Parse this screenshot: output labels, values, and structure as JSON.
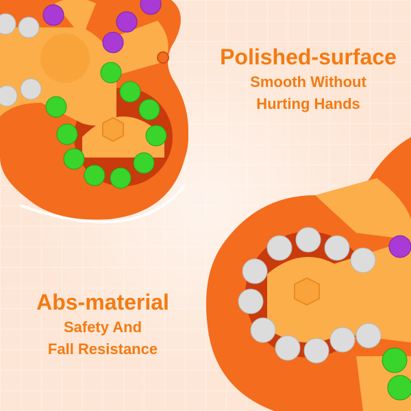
{
  "captions": {
    "top": {
      "title": "Polished-surface",
      "line1": "Smooth Without",
      "line2": "Hurting Hands"
    },
    "bottom": {
      "title": "Abs-material",
      "line1": "Safety And",
      "line2": "Fall Resistance"
    }
  },
  "colors": {
    "background": "#fde6d6",
    "accent_text": "#f47a12",
    "toy_orange": "#f46c1e",
    "toy_light_orange": "#fbae4a",
    "bead_white": "#dcdcdc",
    "bead_green": "#39d42c",
    "bead_purple": "#a93ad6"
  }
}
